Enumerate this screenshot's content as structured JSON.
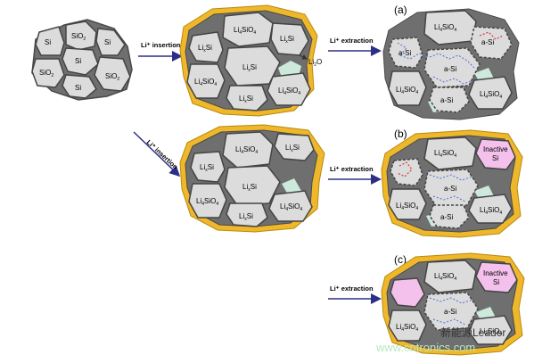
{
  "panels": {
    "a": "(a)",
    "b": "(b)",
    "c": "(c)"
  },
  "arrows": {
    "insertion_top": "Li⁺ insertion",
    "insertion_diag": "Li⁺ insertion",
    "extraction_a": "Li⁺ extraction",
    "extraction_b": "Li⁺ extraction",
    "extraction_c": "Li⁺ extraction"
  },
  "labels": {
    "si": "Si",
    "sio2": "SiO",
    "sio2_sub": "2",
    "lisi": "Li",
    "lisi_sub": "x",
    "lisi_tail": "Si",
    "li4sio4": "Li",
    "li4sio4_sub": "4",
    "li4sio4_tail": "SiO",
    "li4sio4_sub2": "4",
    "li2o": "Li",
    "li2o_sub": "2",
    "li2o_tail": "O",
    "asi": "a-Si",
    "inactive": "Inactive",
    "inactive_si": "Si"
  },
  "watermark": {
    "brand": "新能源Leader",
    "site": "www.cntronics.com"
  },
  "colors": {
    "particle_fill": "#dcdcdc",
    "matrix": "#6f6f6f",
    "sei_yellow": "#efb72a",
    "li2o_green": "#cde9dc",
    "inactive_pink": "#f4c1ec",
    "arrow_blue": "#2b2f88",
    "li_path_blue": "#4d6fd6",
    "li_path_red": "#d43a3a"
  }
}
